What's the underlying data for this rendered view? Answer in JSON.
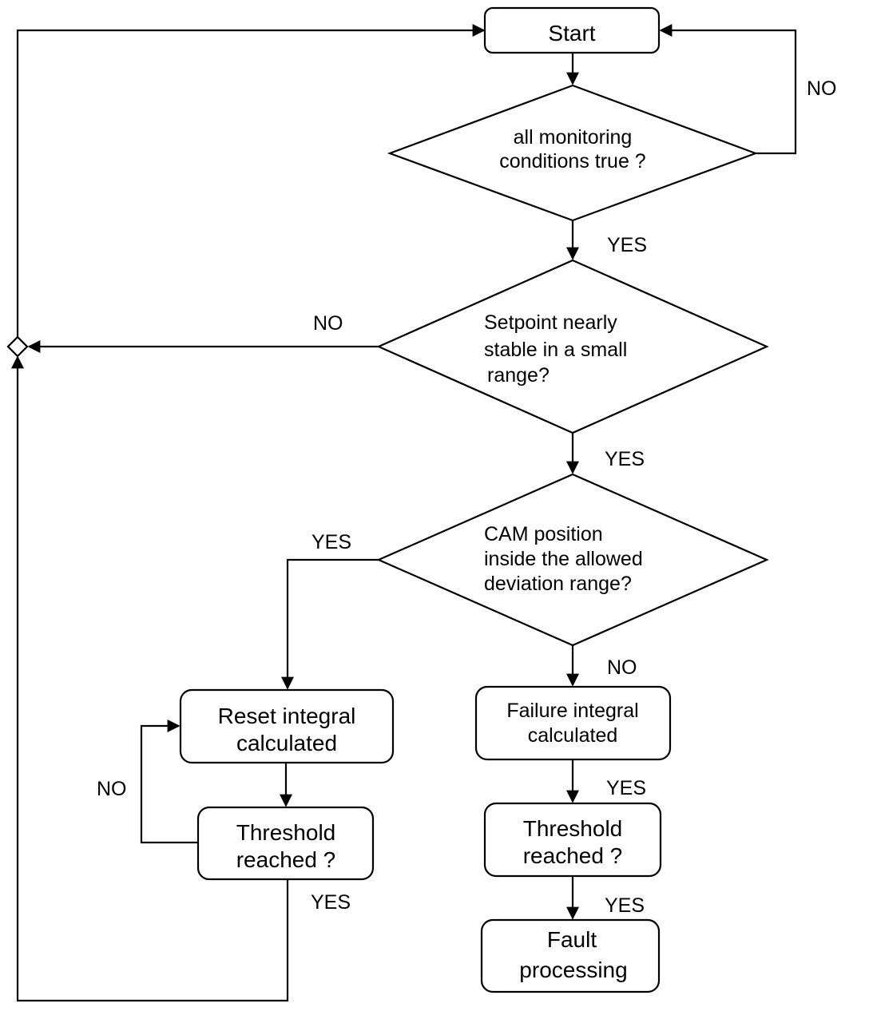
{
  "nodes": {
    "start": {
      "label": "Start"
    },
    "monitoring_check": {
      "line1": "all monitoring",
      "line2": "conditions true ?"
    },
    "setpoint_check": {
      "line1": "Setpoint nearly",
      "line2": "stable in a small",
      "line3": "range?"
    },
    "cam_check": {
      "line1": "CAM position",
      "line2": "inside the allowed",
      "line3": "deviation range?"
    },
    "reset_integral": {
      "line1": "Reset integral",
      "line2": "calculated"
    },
    "failure_integral": {
      "line1": "Failure integral",
      "line2": "calculated"
    },
    "threshold_left": {
      "line1": "Threshold",
      "line2": "reached ?"
    },
    "threshold_right": {
      "line1": "Threshold",
      "line2": "reached ?"
    },
    "fault_processing": {
      "line1": "Fault",
      "line2": "processing"
    }
  },
  "edge_labels": {
    "monitoring_no": "NO",
    "monitoring_yes": "YES",
    "setpoint_no": "NO",
    "setpoint_yes": "YES",
    "cam_yes": "YES",
    "cam_no": "NO",
    "threshold_left_no": "NO",
    "threshold_left_yes": "YES",
    "failure_yes": "YES",
    "threshold_right_yes": "YES"
  },
  "colors": {
    "stroke": "#000000",
    "fill": "#ffffff",
    "text": "#000000"
  }
}
